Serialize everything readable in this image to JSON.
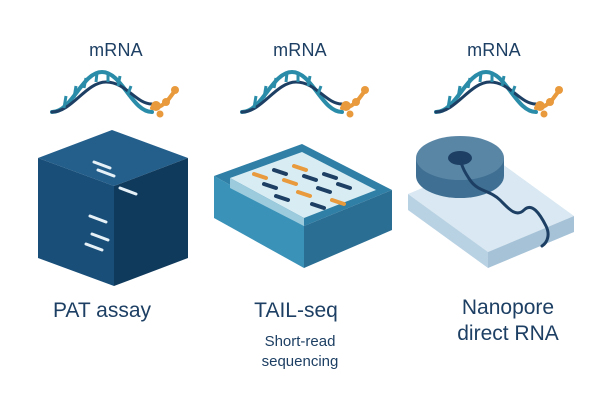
{
  "panels": [
    {
      "mrna_label": "mRNA",
      "title": "PAT assay"
    },
    {
      "mrna_label": "mRNA",
      "title": "TAIL-seq",
      "subtitle_lines": [
        "Short-read",
        "sequencing"
      ]
    },
    {
      "mrna_label": "mRNA",
      "title_lines": [
        "Nanopore",
        "direct RNA"
      ]
    }
  ],
  "colors": {
    "dark_navy": "#1d3f63",
    "teal": "#2a8ca8",
    "polya_orange": "#e89a3c",
    "pat_box_front": "#184e78",
    "pat_box_side": "#103a5c",
    "pat_box_top": "#245f8c",
    "tail_tray": "#4aa6c4",
    "tail_screen": "#d7ecf3",
    "nanopore_base": "#d9e8f2",
    "nanopore_disc": "#5a86a6"
  },
  "icons": [
    "mrna-strand-icon",
    "gel-block-icon",
    "flowcell-icon",
    "nanopore-icon"
  ]
}
